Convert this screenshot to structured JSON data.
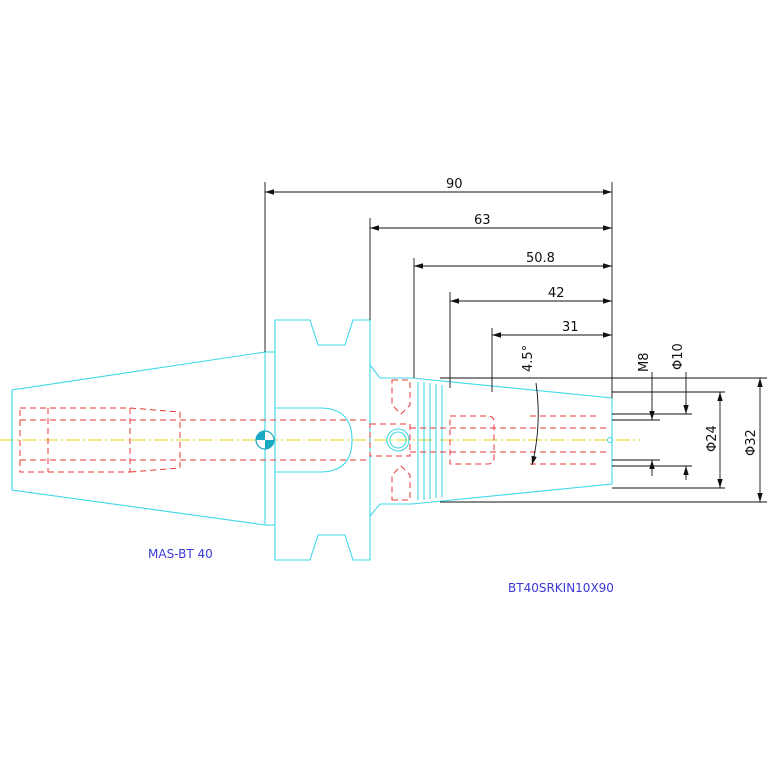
{
  "drawing": {
    "labels": {
      "left_part": "MAS-BT 40",
      "right_part": "BT40SRKIN10X90"
    },
    "dimensions": {
      "length_total": "90",
      "length_63": "63",
      "length_50_8": "50.8",
      "length_42": "42",
      "length_31": "31",
      "angle": "4.5°",
      "thread": "M8",
      "dia_10": "Φ10",
      "dia_24": "Φ24",
      "dia_32": "Φ32"
    },
    "colors": {
      "outline": "#3fd8e8",
      "hidden_lines": "#e8383a",
      "center_lines": "#e6d21a",
      "dimensions": "#111111",
      "labels": "#3a3ad6"
    }
  }
}
